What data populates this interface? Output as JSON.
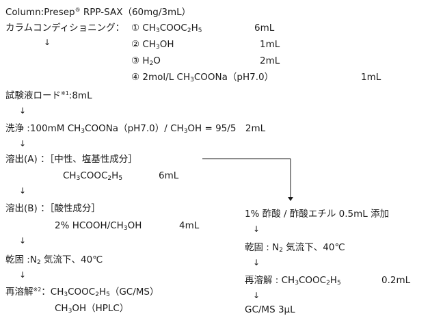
{
  "column": {
    "label": "Column:Presep",
    "reg": "®",
    "rest": " RPP-SAX（60mg/3mL）"
  },
  "conditioning": {
    "label": "カラムコンディショニング：",
    "steps": [
      {
        "num": "①",
        "chem": [
          "CH",
          "3",
          "COOC",
          "2",
          "H",
          "5"
        ],
        "vol": "6mL"
      },
      {
        "num": "②",
        "chem": [
          "CH",
          "3",
          "OH"
        ],
        "vol": "1mL"
      },
      {
        "num": "③",
        "chem": [
          "H",
          "2",
          "O"
        ],
        "vol": "2mL"
      },
      {
        "num": "④",
        "chem": [
          "2mol/L CH",
          "3",
          "COONa（pH7.0）"
        ],
        "vol": "1mL"
      }
    ]
  },
  "load": {
    "label": "試験液ロード",
    "note": "※1",
    "vol": ":8mL"
  },
  "wash": {
    "prefix": "洗浄 :100mM CH",
    "sub1": "3",
    "rest": "COONa（pH7.0）/ CH",
    "sub2": "3",
    "tail": "OH = 95/5　2mL"
  },
  "elutionA": {
    "label": "溶出(A) ：［中性、塩基性成分］",
    "reagent": [
      "CH",
      "3",
      "COOC",
      "2",
      "H",
      "5"
    ],
    "vol": "6mL"
  },
  "elutionB": {
    "label": "溶出(B) ：［酸性成分］",
    "reagent": [
      "2% HCOOH/CH",
      "3",
      "OH"
    ],
    "vol": "4mL"
  },
  "dry": {
    "prefix": "乾固 :N",
    "sub": "2",
    "rest": "気流下、40℃"
  },
  "redissolve": {
    "prefix": "再溶解",
    "note": "※2",
    "line1": [
      "：CH",
      "3",
      "COOC",
      "2",
      "H",
      "5"
    ],
    "line1_tail": "（GC/MS）",
    "line2": [
      "CH",
      "3",
      "OH"
    ],
    "line2_tail": "（HPLC）"
  },
  "right": {
    "add": "1% 酢酸 / 酢酸エチル 0.5mL 添加",
    "dry": {
      "prefix": "乾固 : N",
      "sub": "2",
      "rest": "気流下、40℃"
    },
    "redissolve": {
      "prefix": "再溶解 : CH",
      "sub1": "3",
      "mid": "COOC",
      "sub2": "2",
      "mid2": "H",
      "sub3": "5",
      "vol": "0.2mL"
    },
    "final": "GC/MS 3μL"
  },
  "arrow_glyph": "↓"
}
